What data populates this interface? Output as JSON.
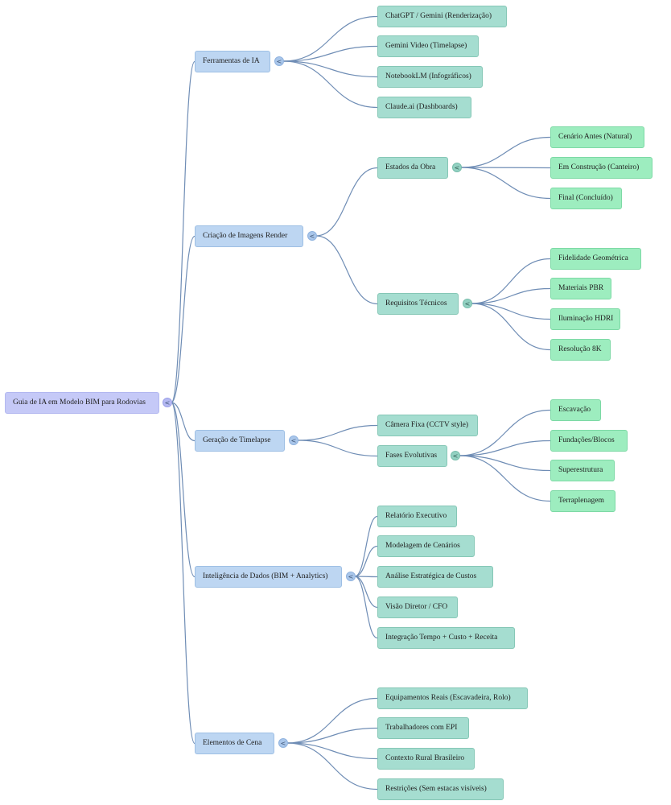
{
  "root": "Guia de IA em Modelo BIM para Rodovias",
  "toggle_glyph": "<",
  "colors": {
    "root": "#c5c9f7",
    "level1": "#bdd6f2",
    "level2": "#a5ddd0",
    "level3": "#9dedbf",
    "connector": "#6f8db5"
  },
  "branches": [
    {
      "label": "Ferramentas de IA",
      "children": [
        {
          "label": "ChatGPT / Gemini (Renderização)"
        },
        {
          "label": "Gemini Video (Timelapse)"
        },
        {
          "label": "NotebookLM (Infográficos)"
        },
        {
          "label": "Claude.ai (Dashboards)"
        }
      ]
    },
    {
      "label": "Criação de Imagens Render",
      "children": [
        {
          "label": "Estados da Obra",
          "children": [
            {
              "label": "Cenário Antes (Natural)"
            },
            {
              "label": "Em Construção (Canteiro)"
            },
            {
              "label": "Final (Concluído)"
            }
          ]
        },
        {
          "label": "Requisitos Técnicos",
          "children": [
            {
              "label": "Fidelidade Geométrica"
            },
            {
              "label": "Materiais PBR"
            },
            {
              "label": "Iluminação HDRI"
            },
            {
              "label": "Resolução 8K"
            }
          ]
        }
      ]
    },
    {
      "label": "Geração de Timelapse",
      "children": [
        {
          "label": "Câmera Fixa (CCTV style)"
        },
        {
          "label": "Fases Evolutivas",
          "children": [
            {
              "label": "Escavação"
            },
            {
              "label": "Fundações/Blocos"
            },
            {
              "label": "Superestrutura"
            },
            {
              "label": "Terraplenagem"
            }
          ]
        }
      ]
    },
    {
      "label": "Inteligência de Dados (BIM + Analytics)",
      "children": [
        {
          "label": "Relatório Executivo"
        },
        {
          "label": "Modelagem de Cenários"
        },
        {
          "label": "Análise Estratégica de Custos"
        },
        {
          "label": "Visão Diretor / CFO"
        },
        {
          "label": "Integração Tempo + Custo + Receita"
        }
      ]
    },
    {
      "label": "Elementos de Cena",
      "children": [
        {
          "label": "Equipamentos Reais (Escavadeira, Rolo)"
        },
        {
          "label": "Trabalhadores com EPI"
        },
        {
          "label": "Contexto Rural Brasileiro"
        },
        {
          "label": "Restrições (Sem estacas visíveis)"
        }
      ]
    }
  ]
}
